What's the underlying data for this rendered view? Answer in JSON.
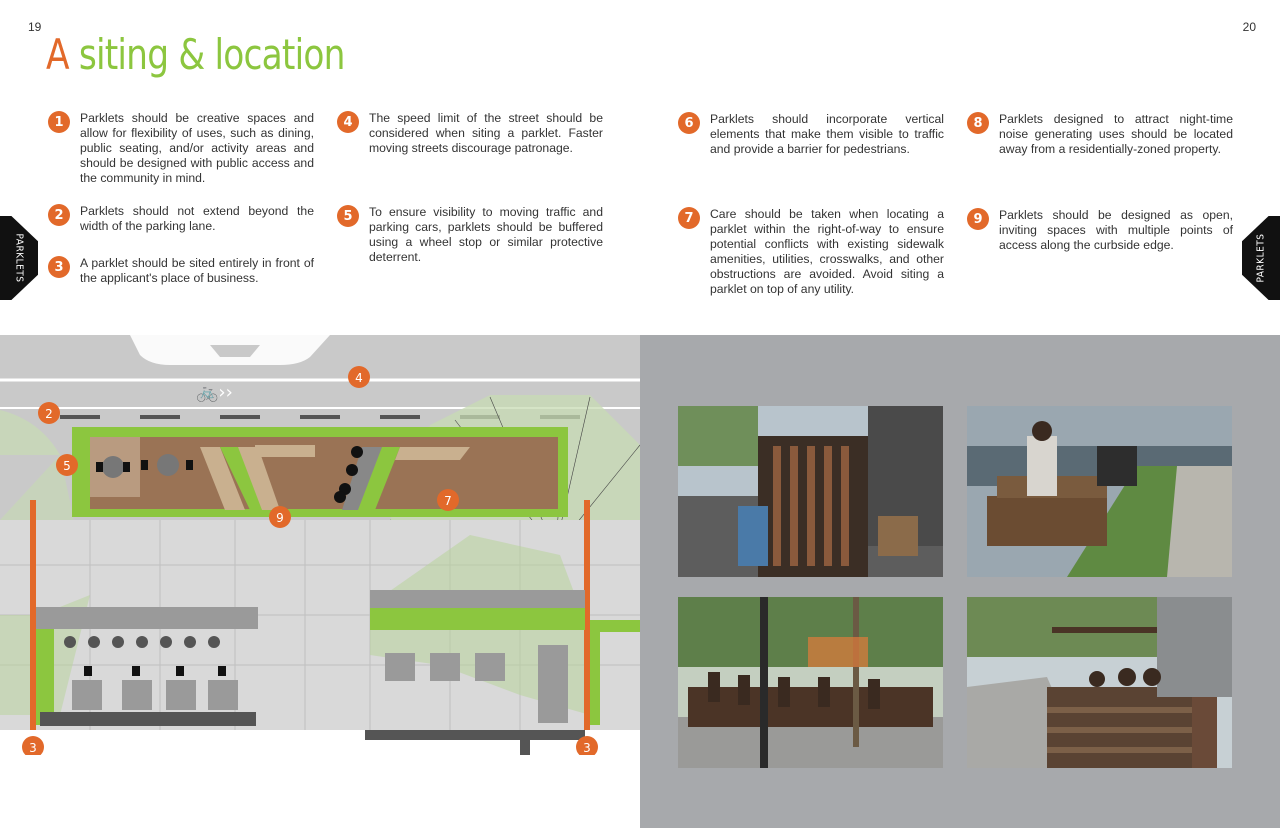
{
  "page_left": "19",
  "page_right": "20",
  "title_letter": "A",
  "title_text": "siting & location",
  "side_tab": "PARKLETS",
  "items": [
    {
      "n": "1",
      "text": "Parklets should be creative spaces and allow for flexibility of uses, such as dining, public seating, and/or activity areas and should be designed with public access and the community in mind."
    },
    {
      "n": "2",
      "text": "Parklets should not extend beyond the width of the parking lane."
    },
    {
      "n": "3",
      "text": "A parklet should be sited entirely in front of the applicant's place of business."
    },
    {
      "n": "4",
      "text": "The speed limit of the street should be considered when siting a parklet. Faster moving streets discourage patronage."
    },
    {
      "n": "5",
      "text": "To ensure visibility to moving traffic and parking cars, parklets should be buffered using a wheel stop or similar protective deterrent."
    },
    {
      "n": "6",
      "text": "Parklets should incorporate vertical elements that make them visible to traffic and provide a barrier for pedestrians."
    },
    {
      "n": "7",
      "text": "Care should be taken when locating a parklet within the right-of-way to ensure potential conflicts with existing sidewalk amenities, utilities, crosswalks, and other obstructions are avoided. Avoid siting a parklet on top of any utility."
    },
    {
      "n": "8",
      "text": "Parklets designed to attract night-time noise generating uses should be located away from a residentially-zoned property."
    },
    {
      "n": "9",
      "text": "Parklets should be designed as open, inviting spaces with multiple points of access along the curbside edge."
    }
  ],
  "plan_markers": {
    "m2": "2",
    "m3a": "3",
    "m3b": "3",
    "m4": "4",
    "m5": "5",
    "m7": "7",
    "m9": "9"
  },
  "colors": {
    "orange": "#e2692a",
    "green": "#8cc63f",
    "road": "#c9c9c9",
    "panel": "#a7a9ac",
    "deck": "#9a7355"
  }
}
